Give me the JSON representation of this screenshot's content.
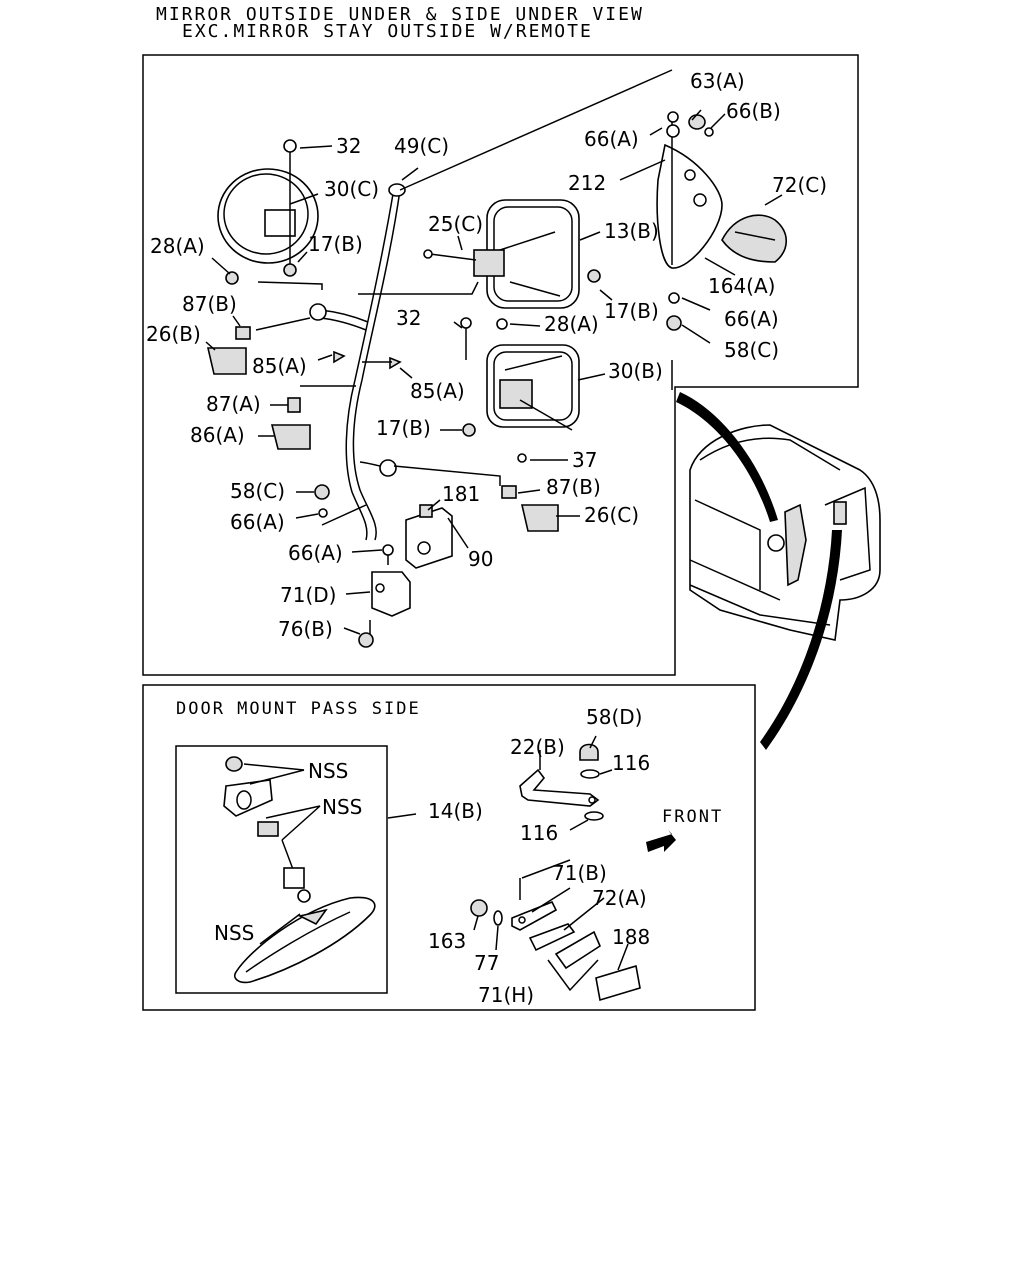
{
  "header": {
    "line1": "MIRROR OUTSIDE UNDER & SIDE UNDER VIEW",
    "line2": "EXC.MIRROR STAY OUTSIDE W/REMOTE"
  },
  "upper_labels": {
    "l63a": "63(A)",
    "l66b": "66(B)",
    "l66a_1": "66(A)",
    "l212": "212",
    "l72c": "72(C)",
    "l164a": "164(A)",
    "l66a_2": "66(A)",
    "l58c_1": "58(C)",
    "l32_1": "32",
    "l49c": "49(C)",
    "l30c": "30(C)",
    "l25c": "25(C)",
    "l13b": "13(B)",
    "l28a_1": "28(A)",
    "l17b_1": "17(B)",
    "l17b_2": "17(B)",
    "l87b_1": "87(B)",
    "l26b": "26(B)",
    "l32_2": "32",
    "l28a_2": "28(A)",
    "l85a_1": "85(A)",
    "l85a_2": "85(A)",
    "l30b": "30(B)",
    "l87a": "87(A)",
    "l86a": "86(A)",
    "l17b_3": "17(B)",
    "l37": "37",
    "l58c_2": "58(C)",
    "l181": "181",
    "l87b_2": "87(B)",
    "l26c": "26(C)",
    "l66a_3": "66(A)",
    "l66a_4": "66(A)",
    "l90": "90",
    "l71d": "71(D)",
    "l76b": "76(B)"
  },
  "lower_section": {
    "title": "DOOR MOUNT PASS SIDE",
    "nss_1": "NSS",
    "nss_2": "NSS",
    "nss_3": "NSS",
    "l14b": "14(B)",
    "l58d": "58(D)",
    "l22b": "22(B)",
    "l116_1": "116",
    "l116_2": "116",
    "front": "FRONT",
    "l71b": "71(B)",
    "l72a": "72(A)",
    "l163": "163",
    "l77": "77",
    "l188": "188",
    "l71h": "71(H)"
  }
}
